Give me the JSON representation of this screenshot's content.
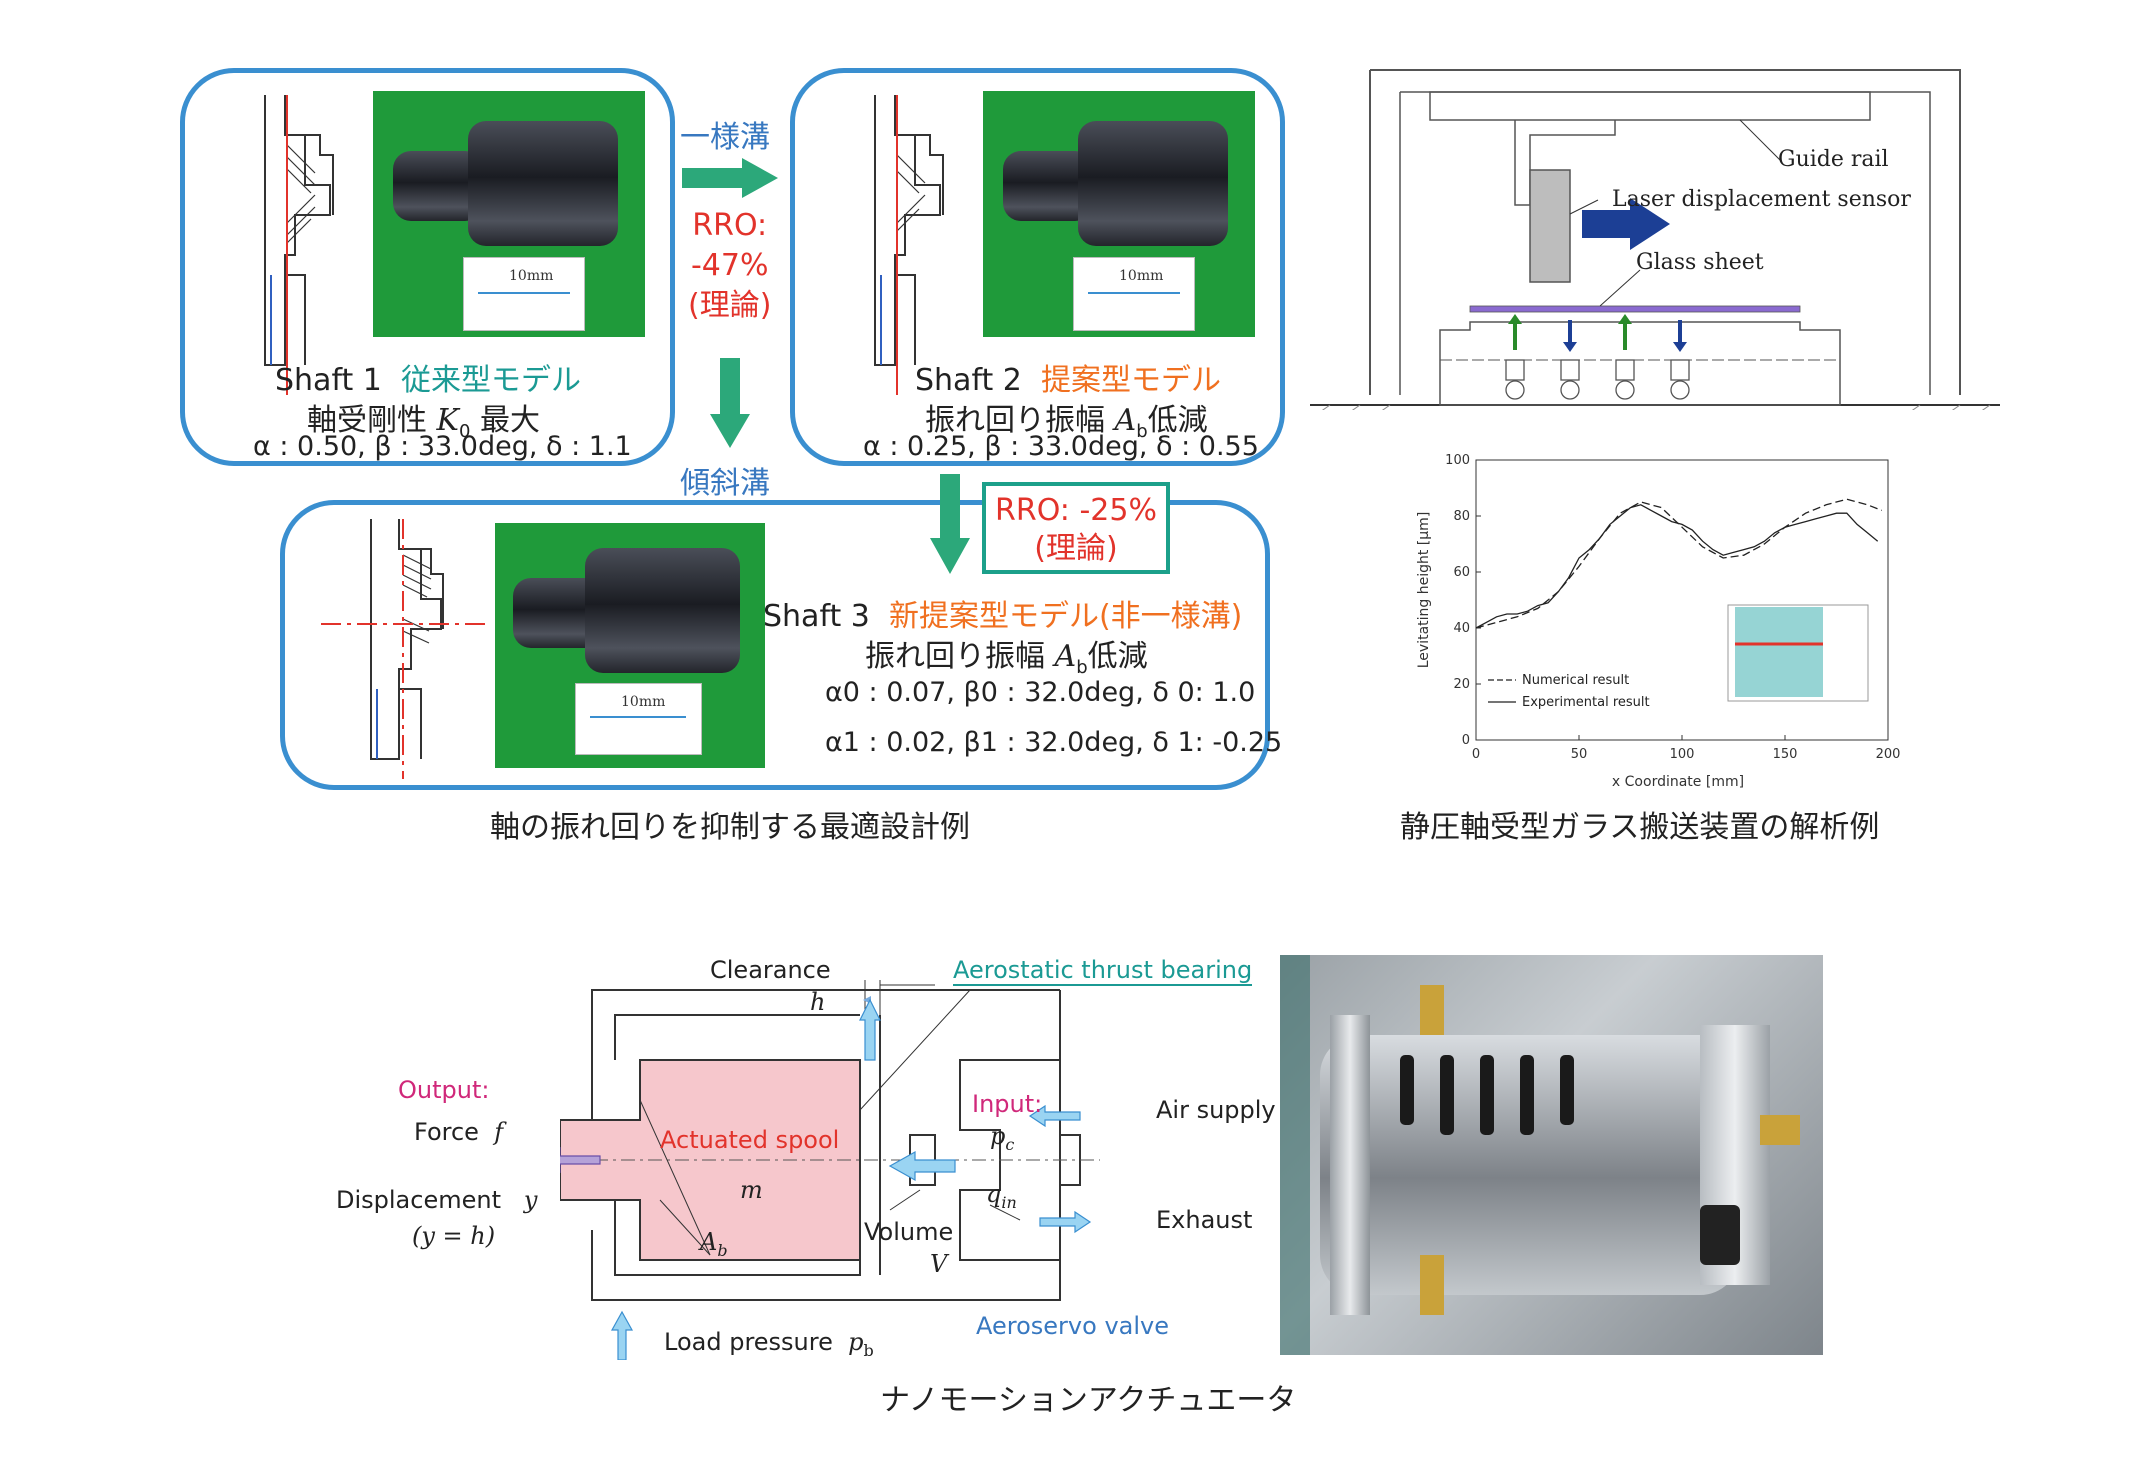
{
  "panel_shafts": {
    "shaft1": {
      "name": "Shaft 1",
      "type": "従来型モデル",
      "desc_prefix": "軸受剛性",
      "k_sym": "K",
      "k_sub": "0",
      "desc_suffix": "最大",
      "params": "α : 0.50, β : 33.0deg, δ : 1.1",
      "scale": "10mm"
    },
    "shaft2": {
      "name": "Shaft 2",
      "type": "提案型モデル",
      "desc_prefix": "振れ回り振幅",
      "a_sym": "A",
      "a_sub": "b",
      "desc_suffix": "低減",
      "params": "α : 0.25, β : 33.0deg, δ : 0.55",
      "scale": "10mm"
    },
    "shaft3": {
      "name": "Shaft 3",
      "type": "新提案型モデル(非一様溝)",
      "desc_prefix": "振れ回り振幅",
      "a_sym": "A",
      "a_sub": "b",
      "desc_suffix": "低減",
      "params0": "α0 : 0.07, β0 : 32.0deg, δ 0: 1.0",
      "params1": "α1 : 0.02, β1 : 32.0deg, δ 1: -0.25",
      "scale": "10mm"
    },
    "arrow_uniform_label": "一様溝",
    "rro1_l1": "RRO:",
    "rro1_l2": "-47%",
    "rro1_l3": "(理論)",
    "arrow_tilt_label": "傾斜溝",
    "rro2_l1": "RRO: -25%",
    "rro2_l2": "(理論)",
    "caption": "軸の振れ回りを抑制する最適設計例"
  },
  "panel_glass": {
    "guide_rail": "Guide rail",
    "laser_sensor": "Laser displacement sensor",
    "glass_sheet": "Glass sheet",
    "caption": "静圧軸受型ガラス搬送装置の解析例"
  },
  "chart_data": {
    "type": "line",
    "xlabel": "x Coordinate [mm]",
    "ylabel": "Levitating height [μm]",
    "xlim": [
      0,
      200
    ],
    "ylim": [
      0,
      100
    ],
    "xticks": [
      0,
      50,
      100,
      150,
      200
    ],
    "yticks": [
      0,
      20,
      40,
      60,
      80,
      100
    ],
    "legend": "bottom-left",
    "series": [
      {
        "name": "Numerical result",
        "style": "dashed",
        "x": [
          0,
          10,
          20,
          30,
          40,
          50,
          60,
          70,
          80,
          90,
          100,
          110,
          120,
          130,
          140,
          150,
          160,
          170,
          180,
          190,
          197
        ],
        "y": [
          40,
          42,
          44,
          47,
          53,
          62,
          72,
          81,
          85,
          83,
          76,
          69,
          65,
          66,
          70,
          76,
          81,
          84,
          86,
          84,
          82
        ]
      },
      {
        "name": "Experimental result",
        "style": "solid",
        "x": [
          0,
          5,
          10,
          15,
          20,
          25,
          30,
          35,
          40,
          45,
          50,
          55,
          60,
          65,
          70,
          75,
          80,
          85,
          90,
          95,
          100,
          105,
          110,
          115,
          120,
          125,
          130,
          135,
          140,
          145,
          150,
          155,
          160,
          165,
          170,
          175,
          180,
          185,
          190,
          195
        ],
        "y": [
          40,
          42,
          44,
          45,
          45,
          46,
          48,
          49,
          53,
          58,
          65,
          68,
          72,
          77,
          80,
          83,
          84,
          82,
          80,
          78,
          77,
          75,
          71,
          68,
          66,
          67,
          68,
          69,
          71,
          74,
          76,
          77,
          78,
          79,
          80,
          81,
          81,
          77,
          74,
          71
        ]
      }
    ]
  },
  "panel_actuator": {
    "clearance": "Clearance",
    "h": "h",
    "thrust_bearing": "Aerostatic thrust bearing",
    "output": "Output:",
    "force": "Force",
    "f": "f",
    "displacement": "Displacement",
    "y": "y",
    "y_eq_h": "(y = h)",
    "actuated_spool": "Actuated spool",
    "m": "m",
    "ab_sym": "A",
    "ab_sub": "b",
    "volume": "Volume",
    "v": "V",
    "input": "Input:",
    "pc_sym": "p",
    "pc_sub": "c",
    "qin_sym": "q",
    "qin_sub": "in",
    "air_supply": "Air supply",
    "exhaust": "Exhaust",
    "aeroservo": "Aeroservo valve",
    "load_pressure": "Load pressure",
    "pb_sym": "p",
    "pb_sub": "b",
    "caption": "ナノモーションアクチュエータ"
  },
  "colors": {
    "panel_border": "#3a8fd0",
    "green_arrow": "#2ca87a",
    "teal": "#1b9a94",
    "orange": "#f07020",
    "red": "#e2332b",
    "spool": "#f6c7cc",
    "magenta": "#d0287a"
  }
}
